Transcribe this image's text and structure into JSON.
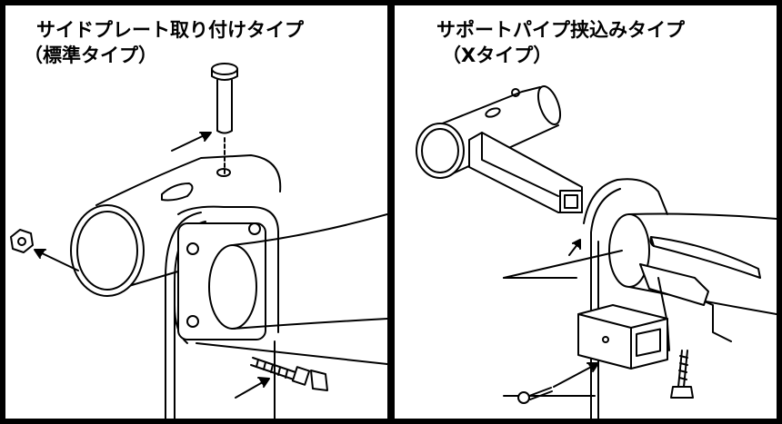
{
  "left_panel": {
    "title_line1": "サイドプレート取り付けタイプ",
    "title_line2": "（標準タイプ）"
  },
  "right_panel": {
    "title_line1": "サポートパイプ挟込みタイプ",
    "title_line2": "（Xタイプ）"
  }
}
